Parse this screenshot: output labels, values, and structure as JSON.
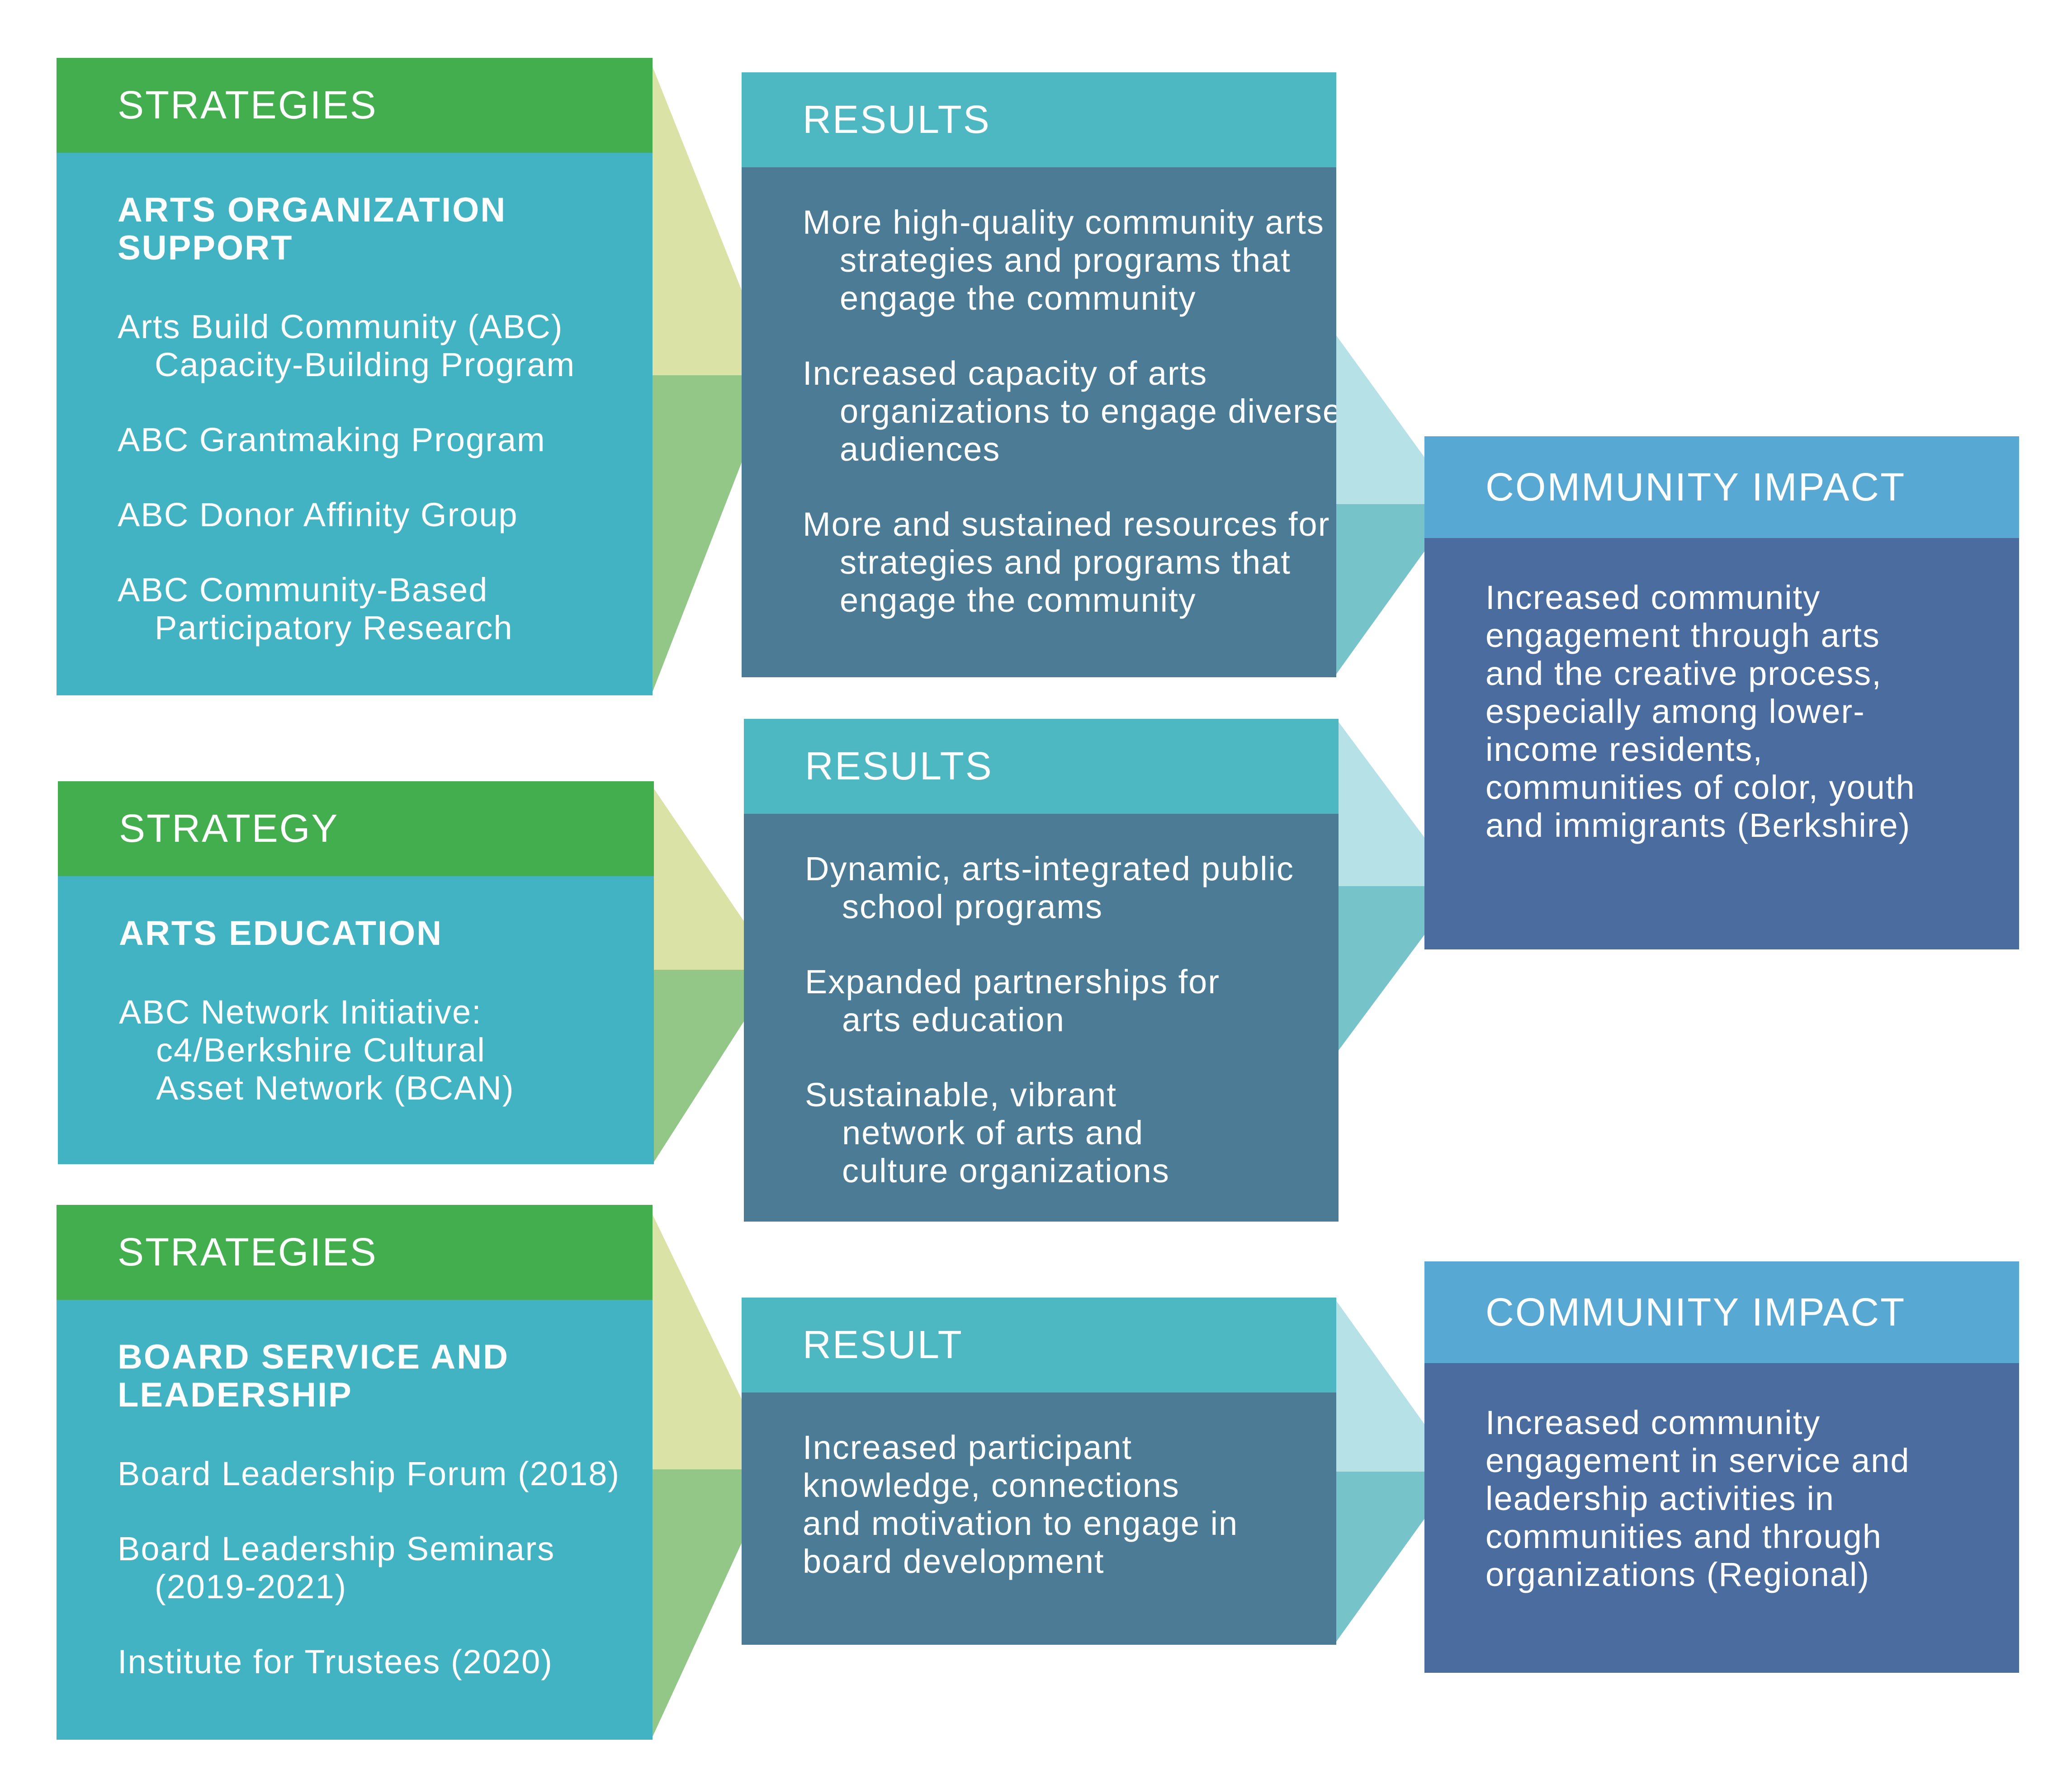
{
  "colors": {
    "strategy_header": "#43ae4d",
    "strategy_body": "#42b3c3",
    "results_header": "#4db7c2",
    "results_body": "#4c7c95",
    "impact_header": "#58a8d4",
    "impact_body": "#4a6c9f",
    "arrow_green_light": "#dae2a6",
    "arrow_green": "#92c787",
    "arrow_teal_light": "#b6e1e6",
    "arrow_teal": "#77c3ca"
  },
  "strategies": [
    {
      "header": "STRATEGIES",
      "subtitle": "ARTS ORGANIZATION SUPPORT",
      "items": [
        "Arts Build Community (ABC) Capacity-Building Program",
        "ABC Grantmaking Program",
        "ABC Donor Affinity Group",
        "ABC Community-Based Participatory Research"
      ]
    },
    {
      "header": "STRATEGY",
      "subtitle": "ARTS EDUCATION",
      "items": [
        "ABC Network Initiative: c4/Berkshire Cultural Asset Network (BCAN)"
      ]
    },
    {
      "header": "STRATEGIES",
      "subtitle": "BOARD SERVICE AND LEADERSHIP",
      "items": [
        "Board Leadership Forum (2018)",
        "Board Leadership Seminars (2019-2021)",
        "Institute for Trustees (2020)"
      ]
    }
  ],
  "results": [
    {
      "header": "RESULTS",
      "items": [
        "More high-quality community arts strategies and programs that engage the community",
        "Increased capacity of arts organizations to engage diverse audiences",
        "More and sustained resources for strategies and programs that engage the community"
      ]
    },
    {
      "header": "RESULTS",
      "items": [
        "Dynamic, arts-integrated public school programs",
        "Expanded partnerships for arts education",
        "Sustainable, vibrant network of arts and culture organizations"
      ]
    },
    {
      "header": "RESULT",
      "items": [
        "Increased participant knowledge, connections and motivation to engage in board development"
      ]
    }
  ],
  "impacts": [
    {
      "header": "COMMUNITY IMPACT",
      "text": "Increased community engagement through arts and the creative process, especially among lower-income residents, communities of color, youth and immigrants (Berkshire)"
    },
    {
      "header": "COMMUNITY IMPACT",
      "text": "Increased community engagement in service and leadership activities in communities and through organizations (Regional)"
    }
  ]
}
